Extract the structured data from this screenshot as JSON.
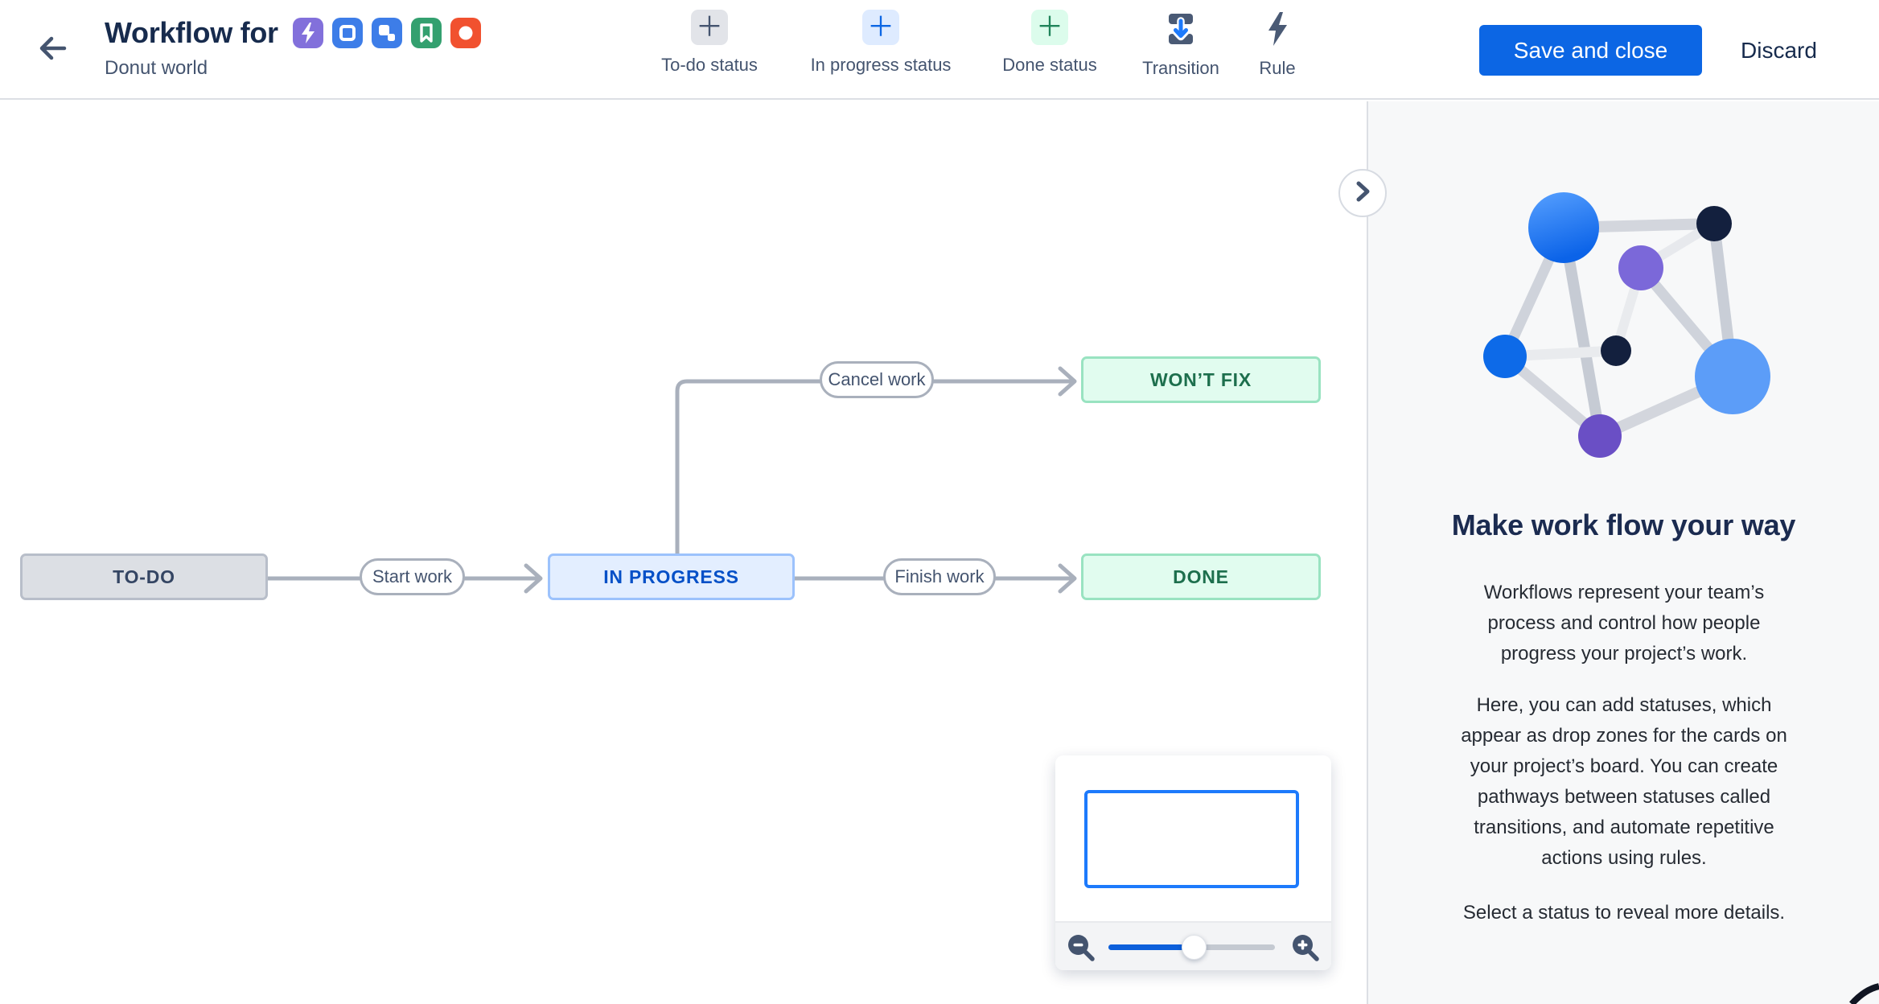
{
  "header": {
    "title": "Workflow for",
    "subtitle": "Donut world",
    "back_icon": "back-arrow",
    "issue_types": [
      {
        "name": "epic",
        "glyph": "lightning-bolt",
        "color": "#8270DB"
      },
      {
        "name": "task",
        "glyph": "square-outline",
        "color": "#3D7DE8"
      },
      {
        "name": "subtask",
        "glyph": "subtask-squares",
        "color": "#3D7DE8"
      },
      {
        "name": "story",
        "glyph": "bookmark",
        "color": "#33A06F"
      },
      {
        "name": "bug",
        "glyph": "filled-circle",
        "color": "#F1512F"
      }
    ]
  },
  "toolbar": {
    "items": [
      {
        "label": "To-do status",
        "icon": "plus-icon",
        "plate_bg": "#E2E4E9",
        "icon_color": "#44546F"
      },
      {
        "label": "In progress status",
        "icon": "plus-icon",
        "plate_bg": "#DEEBFF",
        "icon_color": "#0C66E4"
      },
      {
        "label": "Done status",
        "icon": "plus-icon",
        "plate_bg": "#DCFCEC",
        "icon_color": "#1F845A"
      },
      {
        "label": "Transition",
        "icon": "transition-icon"
      },
      {
        "label": "Rule",
        "icon": "lightning-icon"
      }
    ]
  },
  "actions": {
    "save_label": "Save and close",
    "discard_label": "Discard"
  },
  "canvas": {
    "statuses": [
      {
        "id": "todo",
        "label": "TO-DO",
        "category": "todo"
      },
      {
        "id": "in-progress",
        "label": "IN PROGRESS",
        "category": "inprogress"
      },
      {
        "id": "wont-fix",
        "label": "WON’T FIX",
        "category": "done"
      },
      {
        "id": "done",
        "label": "DONE",
        "category": "done"
      }
    ],
    "transitions": [
      {
        "id": "start-work",
        "label": "Start work"
      },
      {
        "id": "cancel-work",
        "label": "Cancel work"
      },
      {
        "id": "finish-work",
        "label": "Finish work"
      }
    ],
    "connector_color": "#A9B0BC"
  },
  "minimap": {
    "viewport_border_color": "#1D7AFC",
    "zoom_out_icon": "magnifier-minus",
    "zoom_in_icon": "magnifier-plus",
    "zoom_slider_ratio": 0.51
  },
  "sidebar": {
    "toggle_icon": "chevron-right",
    "illustration": "network-graph",
    "heading": "Make work flow your way",
    "paragraphs": [
      "Workflows represent your team’s\nprocess and control how people\nprogress your project’s work.",
      "Here, you can add statuses, which\nappear as drop zones for the cards on\nyour project’s board. You can create\npathways between statuses called\ntransitions, and automate repetitive\nactions using rules.",
      "Select a status to reveal more details."
    ]
  },
  "colors": {
    "primary_button": "#0C66E4",
    "header_border": "#DCDFE4",
    "sidebar_bg": "#F7F8F9",
    "todo_bg": "#DCDFE4",
    "inprogress_bg": "#E3EEFF",
    "done_bg": "#E1FCEF",
    "text_navy": "#172B4D",
    "text_slate": "#44546F"
  }
}
